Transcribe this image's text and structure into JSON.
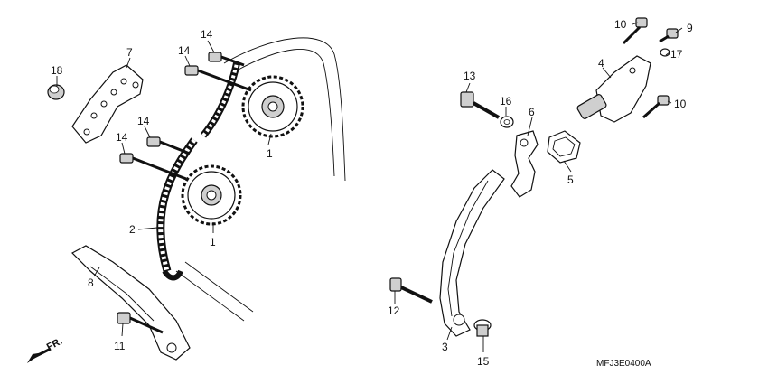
{
  "direction_label": "FR.",
  "diagram_code": "MFJ3E0400A",
  "callouts": [
    {
      "id": "c18",
      "text": "18"
    },
    {
      "id": "c7",
      "text": "7"
    },
    {
      "id": "c14a",
      "text": "14"
    },
    {
      "id": "c14b",
      "text": "14"
    },
    {
      "id": "c14c",
      "text": "14"
    },
    {
      "id": "c14d",
      "text": "14"
    },
    {
      "id": "c1a",
      "text": "1"
    },
    {
      "id": "c1b",
      "text": "1"
    },
    {
      "id": "c2",
      "text": "2"
    },
    {
      "id": "c8",
      "text": "8"
    },
    {
      "id": "c11",
      "text": "11"
    },
    {
      "id": "c13",
      "text": "13"
    },
    {
      "id": "c16",
      "text": "16"
    },
    {
      "id": "c6",
      "text": "6"
    },
    {
      "id": "c5",
      "text": "5"
    },
    {
      "id": "c10a",
      "text": "10"
    },
    {
      "id": "c9",
      "text": "9"
    },
    {
      "id": "c4",
      "text": "4"
    },
    {
      "id": "c17",
      "text": "17"
    },
    {
      "id": "c10b",
      "text": "10"
    },
    {
      "id": "c12",
      "text": "12"
    },
    {
      "id": "c3",
      "text": "3"
    },
    {
      "id": "c15",
      "text": "15"
    }
  ]
}
